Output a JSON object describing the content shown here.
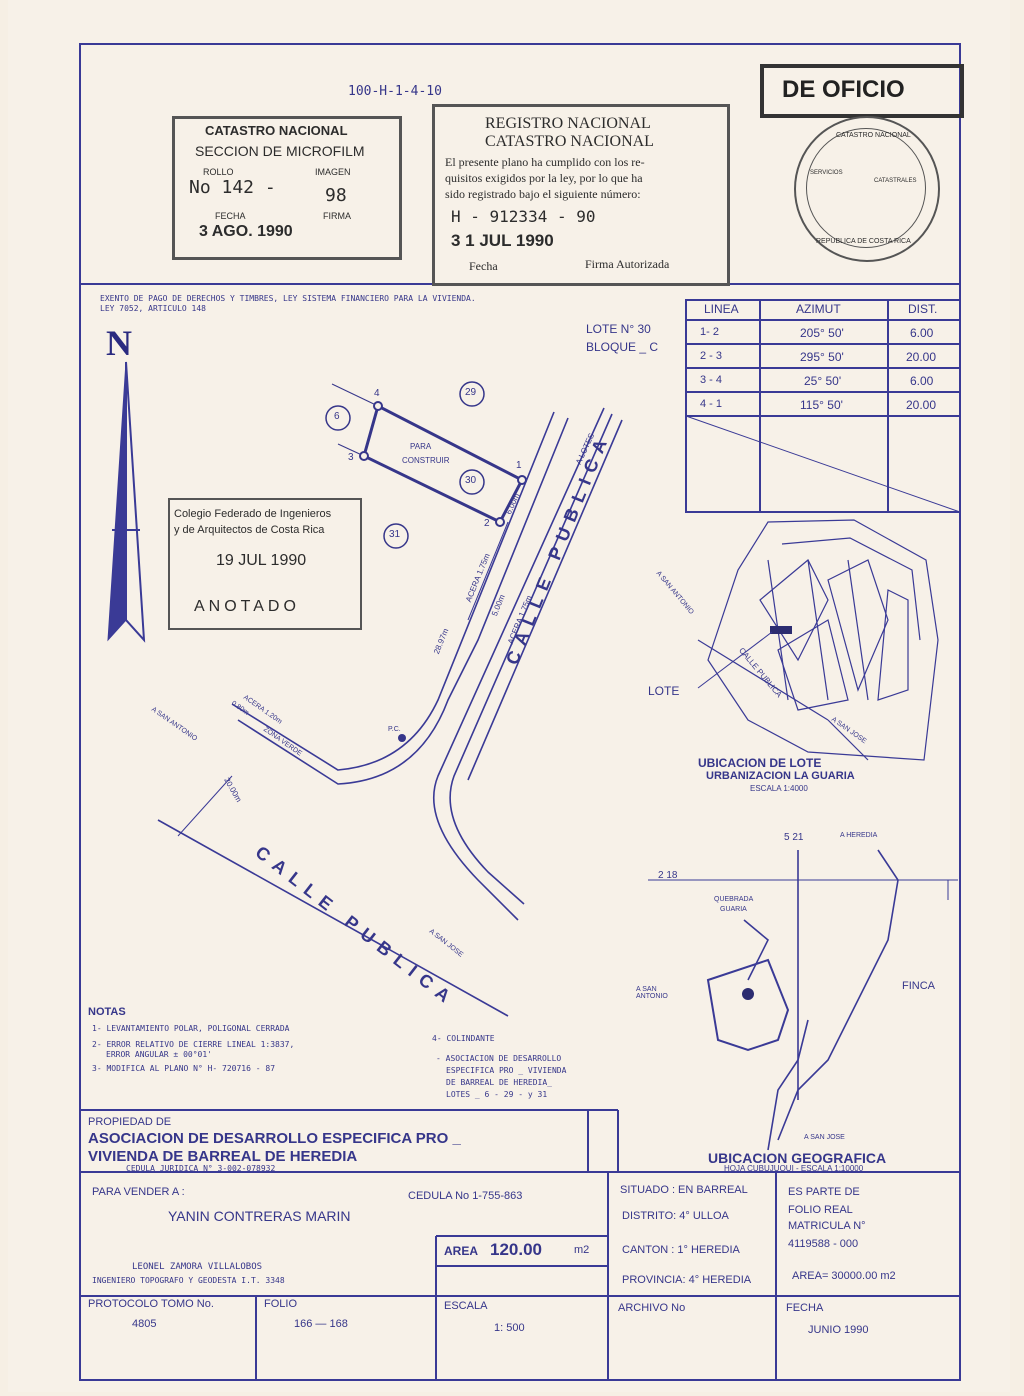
{
  "header": {
    "plan_code": "100-H-1-4-10",
    "de_oficio": "DE OFICIO"
  },
  "microfilm_stamp": {
    "line1": "CATASTRO NACIONAL",
    "line2": "SECCION DE MICROFILM",
    "rollo_label": "ROLLO",
    "rollo_value": "No 142 -",
    "imagen_label": "IMAGEN",
    "imagen_value": "98",
    "fecha_label": "FECHA",
    "fecha_value": "3 AGO. 1990",
    "firma_label": "FIRMA"
  },
  "registro_stamp": {
    "line1": "REGISTRO NACIONAL",
    "line2": "CATASTRO NACIONAL",
    "text1": "El presente plano ha cumplido con los re-",
    "text2": "quisitos exigidos por la ley, por lo que ha",
    "text3": "sido registrado bajo el siguiente número:",
    "number": "H - 912334 - 90",
    "date": "3 1 JUL 1990",
    "fecha_label": "Fecha",
    "firma_label": "Firma Autorizada"
  },
  "seal": {
    "top_text": "CATASTRO NACIONAL",
    "bottom_text": "REPUBLICA DE COSTA RICA",
    "inner_left": "SERVICIOS",
    "inner_right": "CATASTRALES"
  },
  "exento": {
    "line1": "EXENTO DE PAGO DE DERECHOS Y TIMBRES, LEY SISTEMA FINANCIERO PARA LA VIVIENDA.",
    "line2": "LEY 7052, ARTICULO 148"
  },
  "lote": {
    "lote": "LOTE  N° 30",
    "bloque": "BLOQUE _ C"
  },
  "azimut_table": {
    "headers": [
      "LINEA",
      "AZIMUT",
      "DIST."
    ],
    "rows": [
      [
        "1- 2",
        "205° 50'",
        "6.00"
      ],
      [
        "2 - 3",
        "295° 50'",
        "20.00"
      ],
      [
        "3 - 4",
        "25° 50'",
        "6.00"
      ],
      [
        "4 - 1",
        "115° 50'",
        "20.00"
      ]
    ]
  },
  "plan": {
    "north": "N",
    "para_construir_1": "PARA",
    "para_construir_2": "CONSTRUIR",
    "p1": "1",
    "p2": "2",
    "p3": "3",
    "p4": "4",
    "lot6": "6",
    "lot29": "29",
    "lot30": "30",
    "lot31": "31",
    "dist_600": "6.00m",
    "a_lotes": "A LOTES",
    "calle_publica_1": "CALLE PUBLICA",
    "calle_publica_2": "CALLE PUBLICA",
    "acera_175": "ACERA 1.75m",
    "acera_175b": "ACERA 1.75m",
    "dist_500": "5.00m",
    "dist_2897": "28.97m",
    "a_san_antonio": "A SAN ANTONIO",
    "acera_120": "ACERA 1.20m",
    "zona_080": "0.80m",
    "zona_verde": "ZONA VERDE",
    "dist_2000": "20.00m",
    "pc": "P.C.",
    "a_san_jose": "A SAN JOSE"
  },
  "colegio_stamp": {
    "line1": "Colegio Federado de Ingenieros",
    "line2": "y de Arquitectos de Costa Rica",
    "date": "19 JUL 1990",
    "anotado": "ANOTADO"
  },
  "ubicacion_lote": {
    "lote_label": "LOTE",
    "a_san_antonio": "A SAN ANTONIO",
    "calle_publica": "CALLE PUBLICA",
    "a_san_jose": "A SAN JOSE",
    "title": "UBICACION DE LOTE",
    "subtitle": "URBANIZACION LA GUARIA",
    "escala": "ESCALA 1:4000"
  },
  "ubicacion_geo": {
    "n521": "5 21",
    "n218": "2 18",
    "a_heredia": "A HEREDIA",
    "quebrada": "QUEBRADA",
    "guaria": "GUARIA",
    "a_san_antonio": "A SAN ANTONIO",
    "finca": "FINCA",
    "a_san_jose": "A SAN JOSE",
    "title": "UBICACION GEOGRAFICA",
    "hoja": "HOJA CUBUJUQUI - ESCALA 1:10000"
  },
  "notas": {
    "title": "NOTAS",
    "n1": "1- LEVANTAMIENTO POLAR, POLIGONAL CERRADA",
    "n2a": "2- ERROR RELATIVO DE CIERRE LINEAL 1:3837,",
    "n2b": "ERROR ANGULAR ± 00°01'",
    "n3": "3- MODIFICA   AL PLANO N° H- 720716 - 87"
  },
  "colindante": {
    "title": "4- COLINDANTE",
    "l1": "- ASOCIACION DE DESARROLLO",
    "l2": "ESPECIFICA PRO _ VIVIENDA",
    "l3": "DE BARREAL DE HEREDIA_",
    "l4": "LOTES _ 6 - 29 - y 31"
  },
  "title_block": {
    "propiedad_de": "PROPIEDAD DE",
    "owner1": "ASOCIACION DE DESARROLLO ESPECIFICA PRO _",
    "owner2": "VIVIENDA DE BARREAL DE HEREDIA",
    "cedula_juridica": "CEDULA JURIDICA N° 3-002-078932",
    "para_vender": "PARA VENDER A :",
    "cedula_no": "CEDULA No  1-755-863",
    "buyer": "YANIN     CONTRERAS    MARIN",
    "area_label": "AREA",
    "area_value": "120.00",
    "area_unit": "m2",
    "engineer": "LEONEL   ZAMORA   VILLALOBOS",
    "engineer_title": "INGENIERO TOPOGRAFO Y GEODESTA  I.T. 3348",
    "situado": "SITUADO : EN BARREAL",
    "distrito": "DISTRITO: 4° ULLOA",
    "canton": "CANTON : 1° HEREDIA",
    "provincia": "PROVINCIA: 4° HEREDIA",
    "es_parte": "ES PARTE DE",
    "folio_real": "FOLIO REAL",
    "matricula": "MATRICULA N°",
    "matricula_value": "4119588 - 000",
    "area_finca": "AREA= 30000.00 m2",
    "protocolo_label": "PROTOCOLO TOMO No.",
    "protocolo_value": "4805",
    "folio_label": "FOLIO",
    "folio_value": "166 — 168",
    "escala_label": "ESCALA",
    "escala_value": "1: 500",
    "archivo_label": "ARCHIVO No",
    "fecha_label": "FECHA",
    "fecha_value": "JUNIO 1990"
  }
}
